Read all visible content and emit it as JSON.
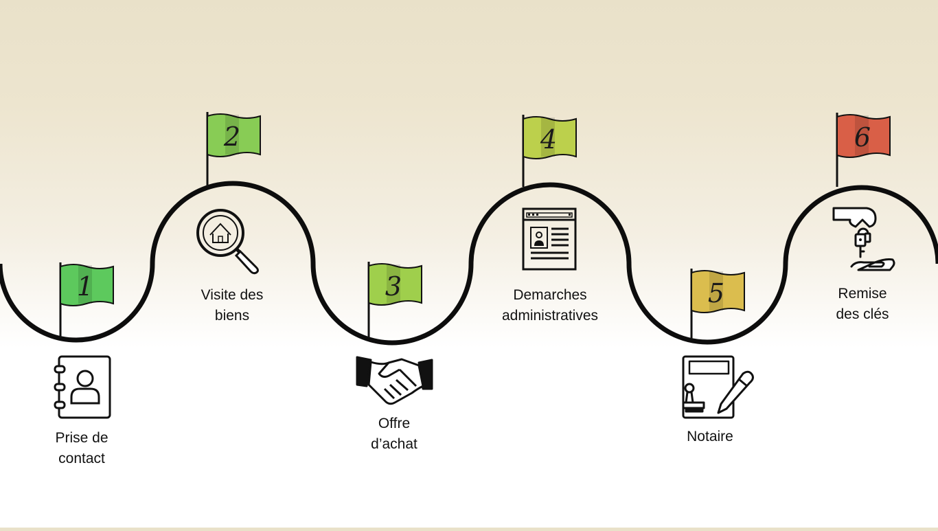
{
  "steps": [
    {
      "number": "1",
      "lines": [
        "Prise de",
        "contact"
      ],
      "flag_color": "#5dc95d",
      "icon": "contact-book-icon"
    },
    {
      "number": "2",
      "lines": [
        "Visite des",
        "biens"
      ],
      "flag_color": "#88cc55",
      "icon": "house-search-icon"
    },
    {
      "number": "3",
      "lines": [
        "Offre",
        "d’achat"
      ],
      "flag_color": "#9fcf4c",
      "icon": "handshake-icon"
    },
    {
      "number": "4",
      "lines": [
        "Demarches",
        "administratives"
      ],
      "flag_color": "#bcd04c",
      "icon": "document-id-icon"
    },
    {
      "number": "5",
      "lines": [
        "Notaire"
      ],
      "flag_color": "#dbbd4e",
      "icon": "notary-stamp-icon"
    },
    {
      "number": "6",
      "lines": [
        "Remise",
        "des clés"
      ],
      "flag_color": "#d95f47",
      "icon": "keys-handover-icon"
    }
  ]
}
